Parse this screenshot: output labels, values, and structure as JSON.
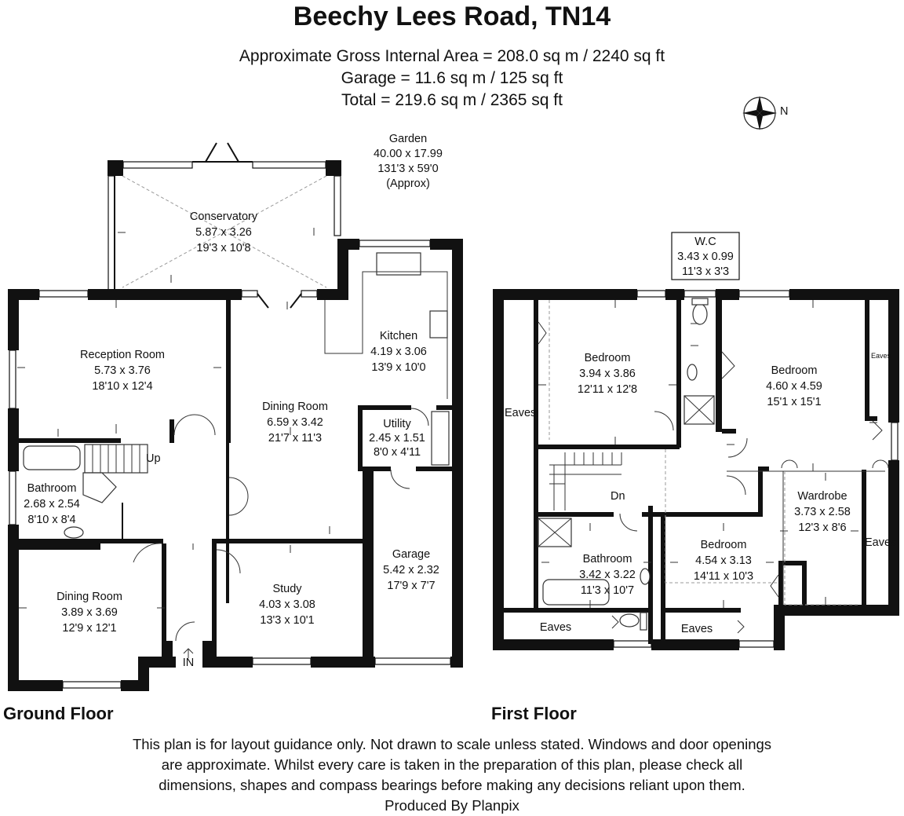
{
  "title": "Beechy Lees Road, TN14",
  "areas": {
    "gross": "Approximate Gross Internal Area = 208.0 sq m / 2240 sq ft",
    "garage": "Garage = 11.6 sq m / 125 sq ft",
    "total": "Total = 219.6 sq m / 2365 sq ft"
  },
  "compass_label": "N",
  "garden": {
    "name": "Garden",
    "metric": "40.00 x 17.99",
    "imperial": "131'3 x 59'0",
    "note": "(Approx)"
  },
  "ground_floor": {
    "label": "Ground Floor",
    "rooms": {
      "conservatory": {
        "name": "Conservatory",
        "metric": "5.87 x 3.26",
        "imperial": "19'3 x 10'8"
      },
      "reception": {
        "name": "Reception Room",
        "metric": "5.73 x 3.76",
        "imperial": "18'10 x 12'4"
      },
      "kitchen": {
        "name": "Kitchen",
        "metric": "4.19 x 3.06",
        "imperial": "13'9 x 10'0"
      },
      "dining_main": {
        "name": "Dining Room",
        "metric": "6.59 x 3.42",
        "imperial": "21'7 x 11'3"
      },
      "utility": {
        "name": "Utility",
        "metric": "2.45 x 1.51",
        "imperial": "8'0 x 4'11"
      },
      "bathroom": {
        "name": "Bathroom",
        "metric": "2.68 x 2.54",
        "imperial": "8'10 x 8'4"
      },
      "garage": {
        "name": "Garage",
        "metric": "5.42 x 2.32",
        "imperial": "17'9 x 7'7"
      },
      "dining_front": {
        "name": "Dining Room",
        "metric": "3.89 x 3.69",
        "imperial": "12'9 x 12'1"
      },
      "study": {
        "name": "Study",
        "metric": "4.03 x 3.08",
        "imperial": "13'3 x 10'1"
      }
    },
    "up_label": "Up",
    "in_label": "IN"
  },
  "first_floor": {
    "label": "First Floor",
    "rooms": {
      "wc": {
        "name": "W.C",
        "metric": "3.43 x 0.99",
        "imperial": "11'3 x 3'3"
      },
      "bedroom1": {
        "name": "Bedroom",
        "metric": "3.94 x 3.86",
        "imperial": "12'11 x 12'8"
      },
      "bedroom2": {
        "name": "Bedroom",
        "metric": "4.60 x 4.59",
        "imperial": "15'1 x 15'1"
      },
      "bathroom": {
        "name": "Bathroom",
        "metric": "3.42 x 3.22",
        "imperial": "11'3 x 10'7"
      },
      "bedroom3": {
        "name": "Bedroom",
        "metric": "4.54 x 3.13",
        "imperial": "14'11 x 10'3"
      },
      "wardrobe": {
        "name": "Wardrobe",
        "metric": "3.73 x 2.58",
        "imperial": "12'3 x 8'6"
      }
    },
    "eaves_label": "Eaves",
    "dn_label": "Dn"
  },
  "disclaimer": [
    "This plan is for layout guidance only. Not drawn to scale unless stated. Windows and door openings",
    "are approximate. Whilst every care is taken in the preparation of this plan, please check all",
    "dimensions, shapes and compass bearings before making any decisions reliant upon them.",
    "Produced By Planpix"
  ]
}
